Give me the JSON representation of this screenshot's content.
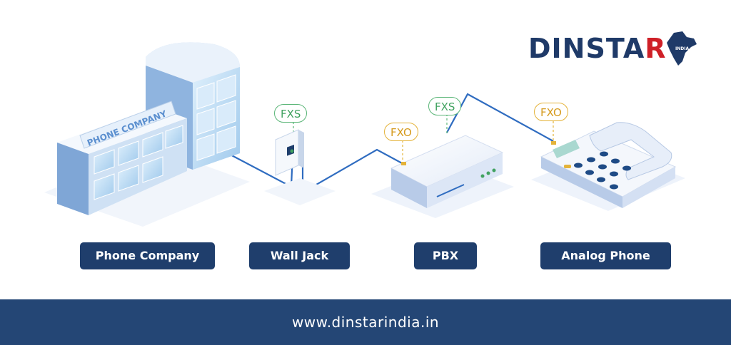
{
  "brand": {
    "name_main": "DINSTAR",
    "name_sub": "INDIA"
  },
  "building": {
    "sign": "PHONE COMPANY"
  },
  "ports": {
    "walljack_fxs": "FXS",
    "pbx_fxo": "FXO",
    "pbx_fxs": "FXS",
    "phone_fxo": "FXO"
  },
  "labels": {
    "phone_company": "Phone Company",
    "wall_jack": "Wall Jack",
    "pbx": "PBX",
    "analog_phone": "Analog Phone"
  },
  "footer": {
    "url": "www.dinstarindia.in"
  },
  "colors": {
    "navy": "#1f3e6c",
    "footer": "#244675",
    "brand_red": "#cf2027",
    "fxs_green": "#5bb678",
    "fxo_yellow": "#e4b33a",
    "line_blue": "#2f6cc0"
  }
}
